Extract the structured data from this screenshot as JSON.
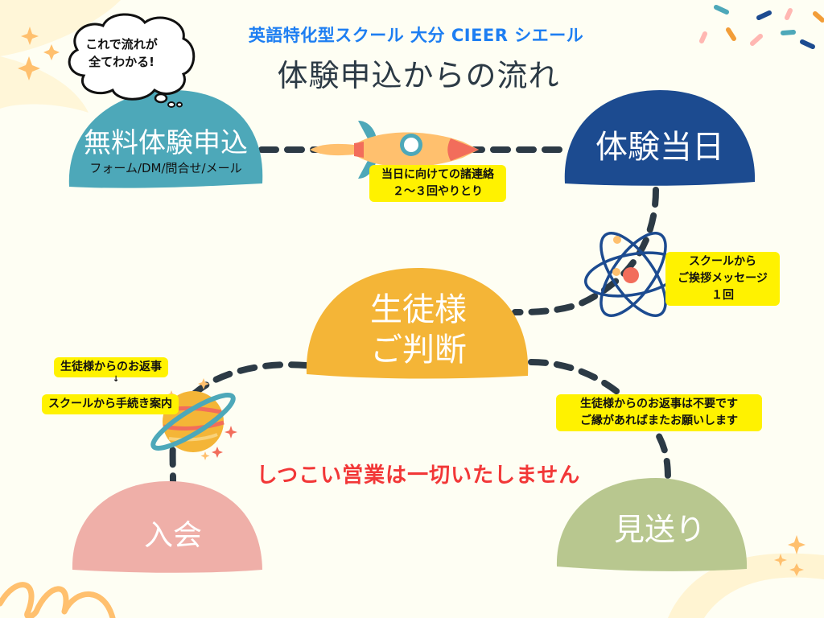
{
  "header": {
    "subtitle": "英語特化型スクール 大分 CIEER シエール",
    "title": "体験申込からの流れ"
  },
  "callout": {
    "line1": "これで流れが",
    "line2": "全てわかる!"
  },
  "steps": [
    {
      "id": "application",
      "title": "無料体験申込",
      "subtitle": "フォーム/DM/問合せ/メール",
      "color": "#4da8b9",
      "icon": "rocket-icon"
    },
    {
      "id": "trial-day",
      "title": "体験当日",
      "color": "#1c4b90",
      "icon": "atom-icon"
    },
    {
      "id": "decision",
      "title_line1": "生徒様",
      "title_line2": "ご判断",
      "color": "#f4b537",
      "icon": "planet-icon"
    },
    {
      "id": "join",
      "title": "入会",
      "color": "#efafa8"
    },
    {
      "id": "decline",
      "title": "見送り",
      "color": "#b8c78f"
    }
  ],
  "notes": {
    "before_trial_line1": "当日に向けての諸連絡",
    "before_trial_line2": "２～３回やりとり",
    "after_trial_line1": "スクールから",
    "after_trial_line2": "ご挨拶メッセージ",
    "after_trial_line3": "１回",
    "join_step1": "生徒様からのお返事",
    "join_arrow": "↓",
    "join_step2": "スクールから手続き案内",
    "decline_line1": "生徒様からのお返事は不要です",
    "decline_line2": "ご縁があればまたお願いします"
  },
  "warning": "しつこい営業は一切いたしません",
  "colors": {
    "background": "#fefef3",
    "accent_blue": "#1d7ef2",
    "warning_red": "#f23737",
    "note_yellow": "#fff200",
    "connector": "#2c3a45",
    "sparkle": "#ffc06e"
  }
}
